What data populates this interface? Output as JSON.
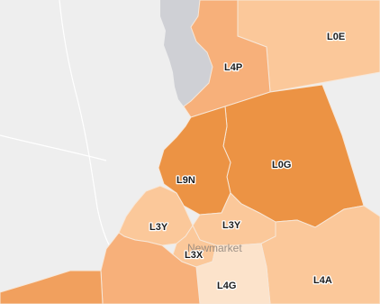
{
  "map": {
    "colors": {
      "land": "#eeeeee",
      "water": "#cfd0d5",
      "lightest": "#fce3cb",
      "light": "#fbc89a",
      "medium": "#f7b07a",
      "strong": "#f1a05e",
      "darkest": "#ec9344",
      "region_border": "#f7e7d8",
      "label_text": "#1b1b1b",
      "place_text": "#8d837b"
    },
    "regions": [
      {
        "code": "L0E",
        "shade": "light"
      },
      {
        "code": "L4P",
        "shade": "medium"
      },
      {
        "code": "L0G",
        "shade": "darkest"
      },
      {
        "code": "L9N",
        "shade": "darkest"
      },
      {
        "code": "L3Y",
        "shade": "light"
      },
      {
        "code": "L3Y",
        "shade": "light"
      },
      {
        "code": "L3X",
        "shade": "light"
      },
      {
        "code": "L4G",
        "shade": "lightest"
      },
      {
        "code": "L4A",
        "shade": "light"
      }
    ],
    "place_names": [
      "Newmarket"
    ]
  }
}
